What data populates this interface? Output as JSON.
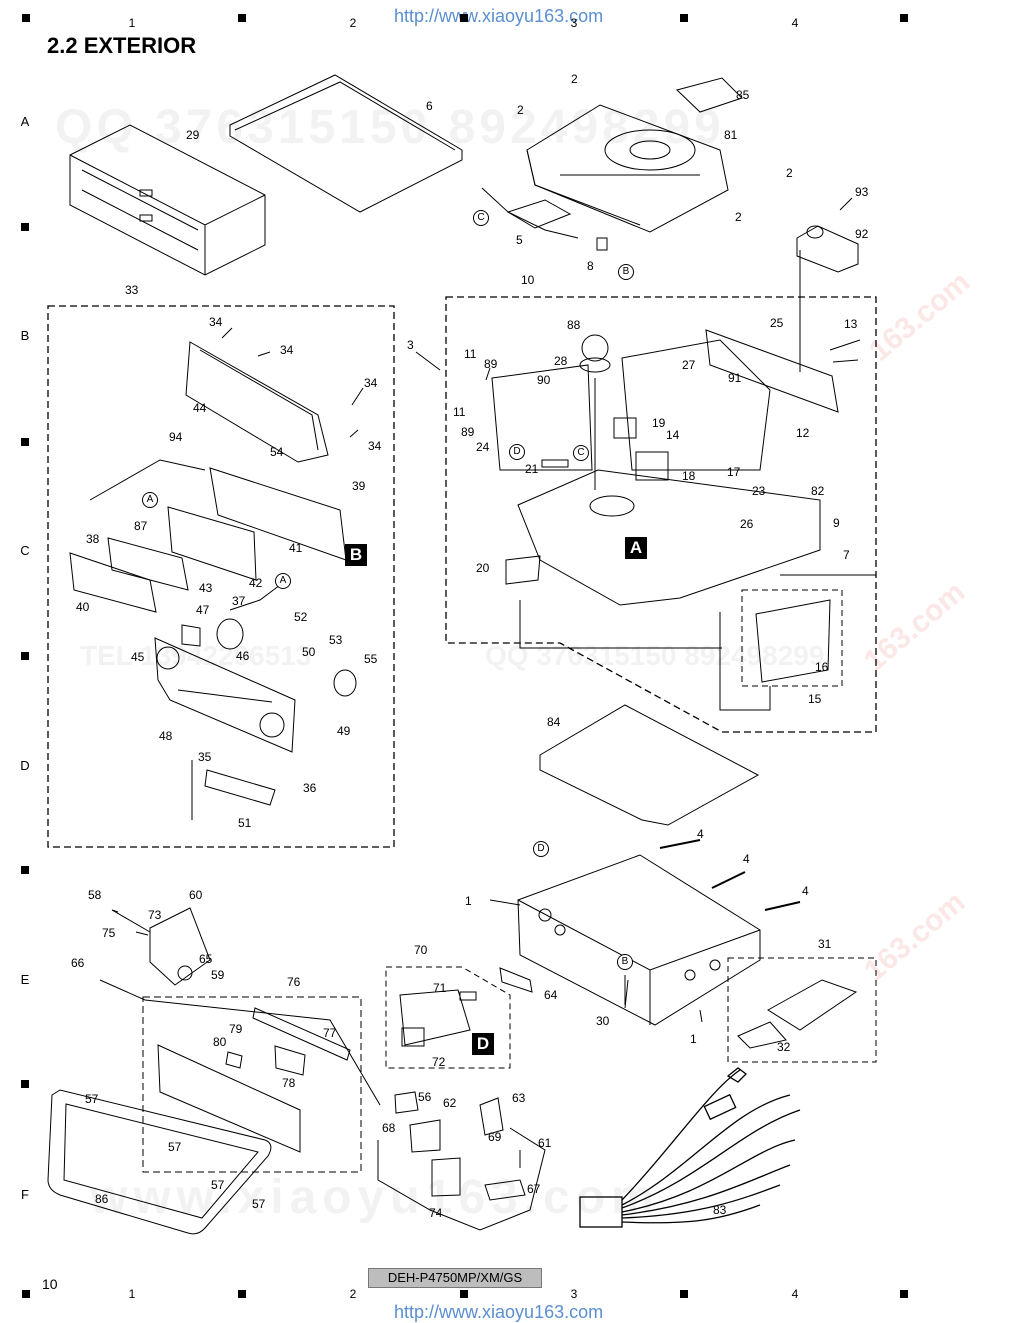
{
  "header": {
    "url_top": "http://www.xiaoyu163.com",
    "url_bottom": "http://www.xiaoyu163.com",
    "title": "2.2  EXTERIOR"
  },
  "grid": {
    "columns": [
      "1",
      "2",
      "3",
      "4"
    ],
    "rows": [
      "A",
      "B",
      "C",
      "D",
      "E",
      "F"
    ]
  },
  "footer": {
    "page_number": "10",
    "model": "DEH-P4750MP/XM/GS"
  },
  "section_markers": {
    "A": "A",
    "B": "B",
    "D": "D"
  },
  "circled_refs": [
    "C",
    "B",
    "A",
    "A",
    "D",
    "C",
    "D",
    "B"
  ],
  "part_labels": {
    "p29": "29",
    "p6": "6",
    "p2a": "2",
    "p2b": "2",
    "p85": "85",
    "p81": "81",
    "p2c": "2",
    "p2d": "2",
    "p5": "5",
    "p8": "8",
    "p93": "93",
    "p92": "92",
    "p33": "33",
    "p10": "10",
    "p34a": "34",
    "p34b": "34",
    "p34c": "34",
    "p34d": "34",
    "p44": "44",
    "p94": "94",
    "p54": "54",
    "p39": "39",
    "p87": "87",
    "p38": "38",
    "p41": "41",
    "p43": "43",
    "p42": "42",
    "p40": "40",
    "p37": "37",
    "p47": "47",
    "p52": "52",
    "p46": "46",
    "p53": "53",
    "p50": "50",
    "p45": "45",
    "p55": "55",
    "p48": "48",
    "p35": "35",
    "p49": "49",
    "p36": "36",
    "p51": "51",
    "p3": "3",
    "p11a": "11",
    "p89a": "89",
    "p90": "90",
    "p88": "88",
    "p28": "28",
    "p27": "27",
    "p25": "25",
    "p13": "13",
    "p91": "91",
    "p11b": "11",
    "p89b": "89",
    "p24": "24",
    "p19": "19",
    "p14": "14",
    "p12": "12",
    "p21": "21",
    "p18": "18",
    "p17": "17",
    "p23": "23",
    "p82": "82",
    "p9": "9",
    "p26": "26",
    "p7": "7",
    "p20": "20",
    "p16": "16",
    "p15": "15",
    "p84": "84",
    "p4a": "4",
    "p4b": "4",
    "p4c": "4",
    "p1a": "1",
    "p1b": "1",
    "p30": "30",
    "p31": "31",
    "p32": "32",
    "p58": "58",
    "p60": "60",
    "p73": "73",
    "p75": "75",
    "p66": "66",
    "p65": "65",
    "p59": "59",
    "p70": "70",
    "p71": "71",
    "p72": "72",
    "p64": "64",
    "p76": "76",
    "p77": "77",
    "p79": "79",
    "p80": "80",
    "p78": "78",
    "p57a": "57",
    "p57b": "57",
    "p57c": "57",
    "p57d": "57",
    "p86": "86",
    "p56": "56",
    "p62": "62",
    "p63": "63",
    "p68": "68",
    "p69": "69",
    "p61": "61",
    "p67": "67",
    "p74": "74",
    "p83": "83"
  }
}
